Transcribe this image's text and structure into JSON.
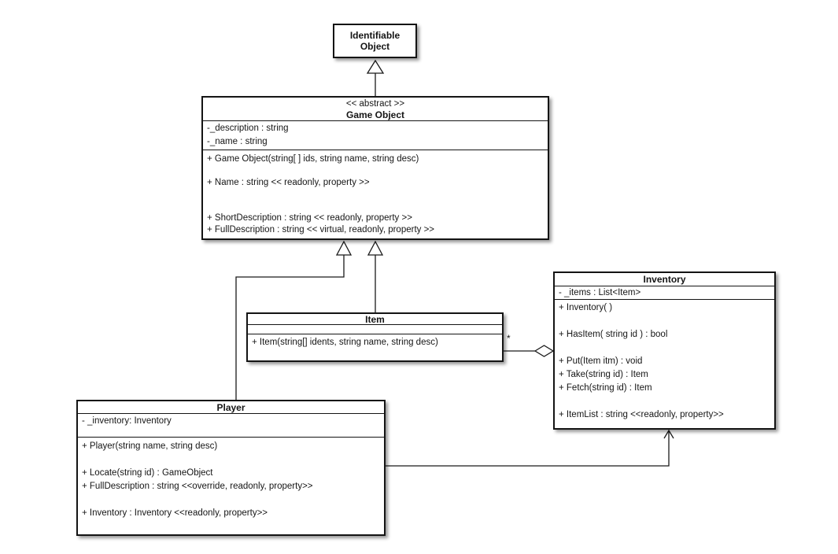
{
  "classes": {
    "identifiable_object": {
      "title_lines": [
        "Identifiable",
        "Object"
      ]
    },
    "game_object": {
      "stereotype": "<< abstract >>",
      "title": "Game Object",
      "attributes": [
        "-_description : string",
        "-_name : string"
      ],
      "methods": [
        "+ Game Object(string[ ] ids, string name, string desc)",
        "",
        "+ Name : string << readonly, property >>",
        "",
        "",
        "+ ShortDescription : string << readonly, property >>",
        "+ FullDescription : string << virtual, readonly, property >>"
      ]
    },
    "item": {
      "title": "Item",
      "methods": [
        "+ Item(string[] idents, string name, string desc)"
      ]
    },
    "inventory": {
      "title": "Inventory",
      "attributes": [
        "- _items : List<Item>"
      ],
      "methods": [
        "+ Inventory( )",
        "",
        "+ HasItem( string id ) : bool",
        "",
        "+ Put(Item itm) : void",
        "+ Take(string id) : Item",
        "+ Fetch(string id) : Item",
        "",
        "+ ItemList : string <<readonly, property>>"
      ]
    },
    "player": {
      "title": "Player",
      "attributes": [
        "- _inventory: Inventory"
      ],
      "methods": [
        "+ Player(string name, string desc)",
        "",
        "+ Locate(string id) : GameObject",
        "+ FullDescription : string <<override, readonly, property>>",
        "",
        "+ Inventory : Inventory <<readonly, property>>"
      ]
    }
  },
  "relations": {
    "gameobject_to_identifiable": {
      "type": "generalization"
    },
    "item_to_gameobject": {
      "type": "generalization"
    },
    "player_to_gameobject": {
      "type": "generalization"
    },
    "item_to_inventory": {
      "type": "aggregation",
      "multiplicity": "*"
    },
    "player_to_inventory": {
      "type": "association"
    }
  },
  "colors": {
    "line": "#1a1a1a",
    "box_fill": "#ffffff",
    "text": "#151515"
  }
}
